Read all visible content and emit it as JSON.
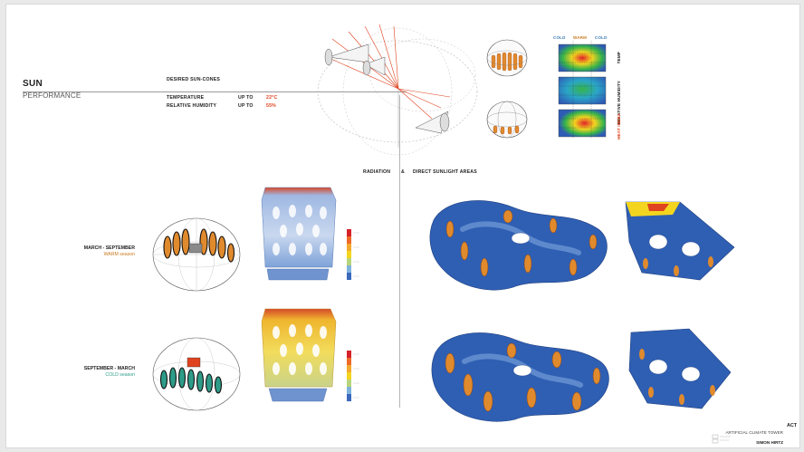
{
  "header": {
    "title": "SUN",
    "subtitle": "PERFORMANCE"
  },
  "desired": {
    "heading": "DESIRED SUN-CONES",
    "rows": [
      {
        "label": "TEMPERATURE",
        "qualifier": "UP TO",
        "value": "22°C"
      },
      {
        "label": "RELATIVE HUMIDITY",
        "qualifier": "UP TO",
        "value": "55%"
      }
    ]
  },
  "heatmap": {
    "top_labels": [
      "COLD",
      "WARM",
      "COLD"
    ],
    "side_labels": [
      "TEMP",
      "RELATIVE HUMIDITY",
      "HEAT INDEX"
    ]
  },
  "section_title": {
    "left": "RADIATION",
    "amp": "&",
    "right": "DIRECT SUNLIGHT AREAS"
  },
  "seasons": [
    {
      "range": "MARCH - SEPTEMBER",
      "name": "WARM season"
    },
    {
      "range": "SEPTEMBER - MARCH",
      "name": "COLD season"
    }
  ],
  "footer": {
    "act": "ACT",
    "project": "ARTIFICIAL CLIMATE TOWER",
    "author": "SIMON HIRTZ"
  },
  "colors": {
    "accent_red": "#e0431f",
    "warm": "#c97a1e",
    "cold": "#2e9c88",
    "model_blue": "#2f5fb3",
    "model_orange": "#e08a2e"
  }
}
